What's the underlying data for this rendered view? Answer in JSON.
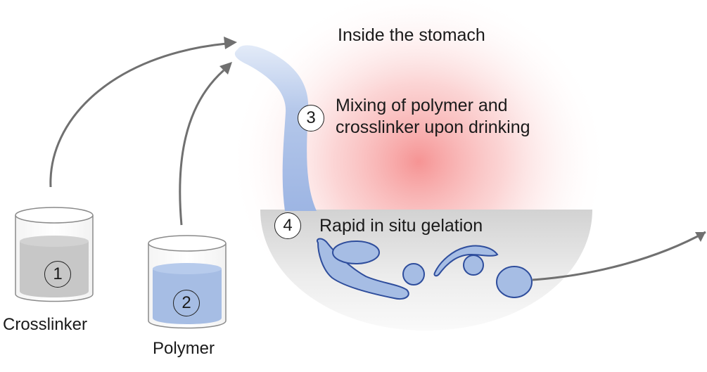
{
  "diagram": {
    "title": "Inside the stomach",
    "steps": [
      {
        "number": "1",
        "label": "Crosslinker"
      },
      {
        "number": "2",
        "label": "Polymer"
      },
      {
        "number": "3",
        "label_line1": "Mixing of polymer and",
        "label_line2": "crosslinker upon drinking"
      },
      {
        "number": "4",
        "label": "Rapid in situ gelation"
      }
    ]
  },
  "colors": {
    "polymer_blue": "#a6bde4",
    "gel_outline": "#2e4d9c",
    "crosslinker_gray": "#c7c7c7",
    "arrow_gray": "#707070",
    "stomach_glow": "#f7a9a9",
    "bowl_gray": "#d5d5d5"
  }
}
